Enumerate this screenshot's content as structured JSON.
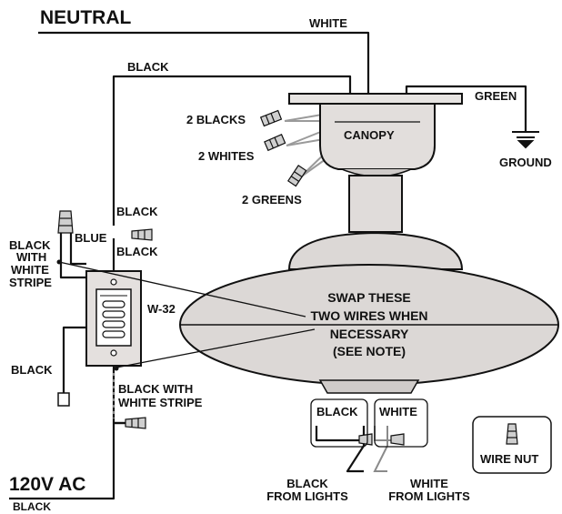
{
  "labels": {
    "neutral": "NEUTRAL",
    "white_top": "WHITE",
    "black_top": "BLACK",
    "green": "GREEN",
    "ground": "GROUND",
    "two_blacks": "2 BLACKS",
    "two_whites": "2 WHITES",
    "two_greens": "2 GREENS",
    "canopy": "CANOPY",
    "black_mid": "BLACK",
    "black_mid2": "BLACK",
    "blue": "BLUE",
    "black_with": "BLACK",
    "with_white": "WITH",
    "white_word": "WHITE",
    "stripe": "STRIPE",
    "w32": "W-32",
    "black_left": "BLACK",
    "black_with_white_stripe_1": "BLACK WITH",
    "black_with_white_stripe_2": "WHITE STRIPE",
    "swap_1": "SWAP THESE",
    "swap_2": "TWO WIRES WHEN",
    "swap_3": "NECESSARY",
    "swap_4": "(SEE NOTE)",
    "box_black": "BLACK",
    "box_white": "WHITE",
    "wire_nut": "WIRE NUT",
    "black_from_lights_1": "BLACK",
    "black_from_lights_2": "FROM LIGHTS",
    "white_from_lights_1": "WHITE",
    "white_from_lights_2": "FROM LIGHTS",
    "ac": "120V AC",
    "black_bottom": "BLACK"
  },
  "colors": {
    "wire": "#111111",
    "gray_wire": "#9a9a9a",
    "body_fill": "#dcd8d6",
    "canopy_fill": "#e2dedc",
    "nut_fill": "#cfcfcf"
  }
}
